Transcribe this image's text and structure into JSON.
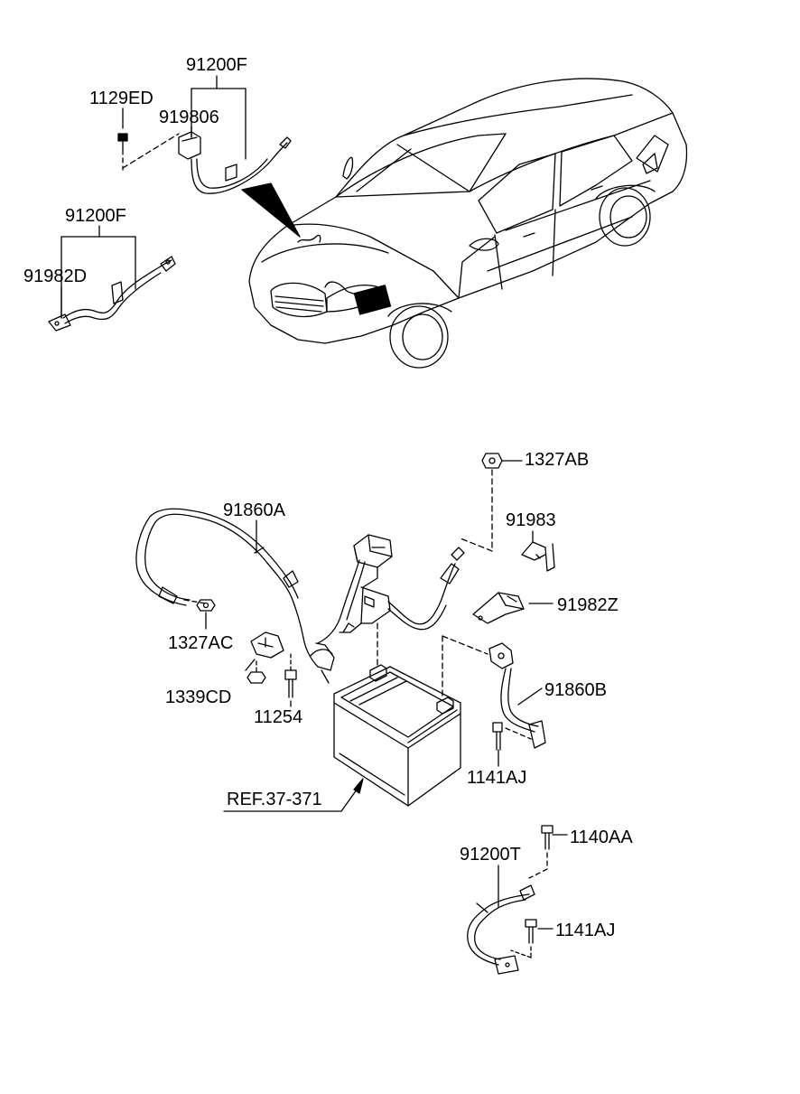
{
  "diagram": {
    "colors": {
      "ink": "#000000",
      "paper": "#ffffff"
    },
    "labels": {
      "l_91200F_top": "91200F",
      "l_1129ED": "1129ED",
      "l_919806": "919806",
      "l_91200F_mid": "91200F",
      "l_91982D": "91982D",
      "l_1327AB": "1327AB",
      "l_91860A": "91860A",
      "l_91983": "91983",
      "l_91982Z": "91982Z",
      "l_1327AC": "1327AC",
      "l_1339CD": "1339CD",
      "l_11254": "11254",
      "l_91860B": "91860B",
      "l_1141AJ_a": "1141AJ",
      "l_REF": "REF.37-371",
      "l_1140AA": "1140AA",
      "l_91200T": "91200T",
      "l_1141AJ_b": "1141AJ"
    }
  }
}
